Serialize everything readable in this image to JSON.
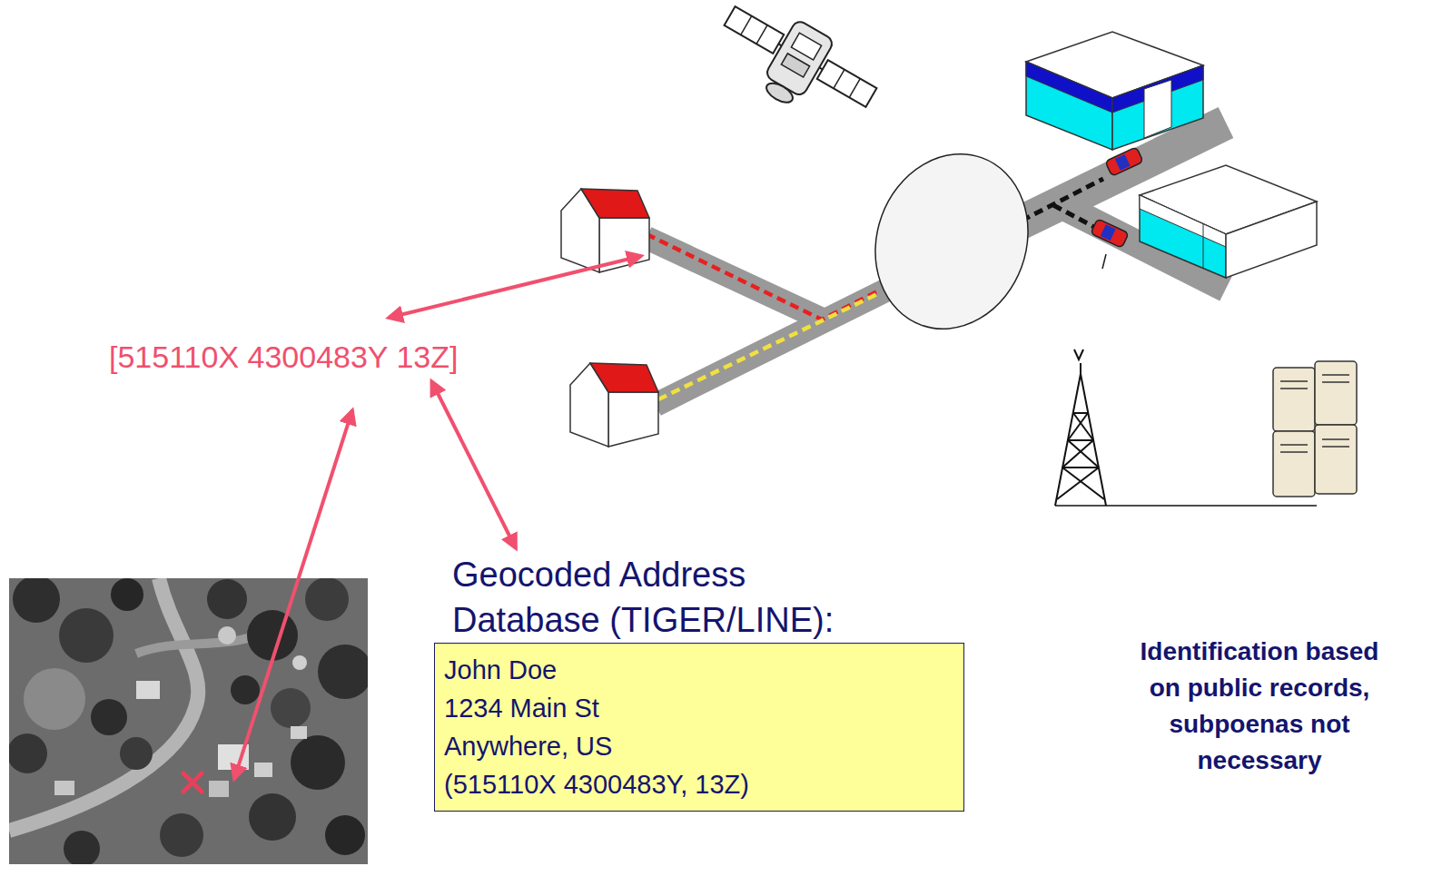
{
  "diagram": {
    "nodes": [
      {
        "text": [
          "[515110X 4300483Y 13Z]"
        ]
      },
      {
        "text": [
          "Geocoded Address Database (TIGER/LINE):",
          "John Doe",
          "1234 Main St",
          "Anywhere, US",
          "(515110X 4300483Y, 13Z)"
        ]
      }
    ],
    "edges": [
      {
        "from": 0,
        "to": 1,
        "arrow": "both"
      }
    ],
    "labels": [
      "Identification based on public records, subpoenas not necessary"
    ]
  }
}
